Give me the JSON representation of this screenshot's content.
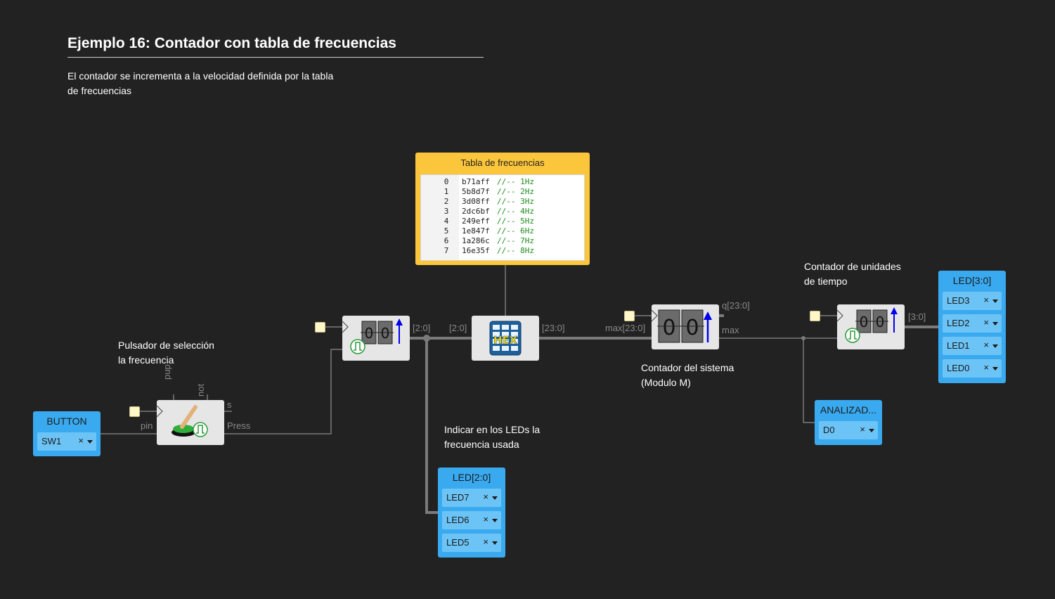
{
  "title": "Ejemplo 16: Contador con tabla de frecuencias",
  "description": [
    "El contador se incrementa a la velocidad definida por la tabla",
    "de frecuencias"
  ],
  "notes": {
    "pulsador": [
      "Pulsador de selección",
      "la frecuencia"
    ],
    "indicar": [
      "Indicar en los LEDs la",
      "frecuencia usada"
    ],
    "contador_sistema": [
      "Contador del sistema",
      "(Modulo M)"
    ],
    "contador_unidades": [
      "Contador de unidades",
      "de tiempo"
    ]
  },
  "memory": {
    "title": "Tabla de frecuencias",
    "rows": [
      {
        "index": "0",
        "value": "b71aff",
        "comment": "//-- 1Hz"
      },
      {
        "index": "1",
        "value": "5b8d7f",
        "comment": "//-- 2Hz"
      },
      {
        "index": "2",
        "value": "3d08ff",
        "comment": "//-- 3Hz"
      },
      {
        "index": "3",
        "value": "2dc6bf",
        "comment": "//-- 4Hz"
      },
      {
        "index": "4",
        "value": "249eff",
        "comment": "//-- 5Hz"
      },
      {
        "index": "5",
        "value": "1e847f",
        "comment": "//-- 6Hz"
      },
      {
        "index": "6",
        "value": "1a286c",
        "comment": "//-- 7Hz"
      },
      {
        "index": "7",
        "value": "16e35f",
        "comment": "//-- 8Hz"
      }
    ]
  },
  "ports": {
    "pup": "pup",
    "not": "not",
    "s": "s",
    "pin": "pin",
    "press": "Press",
    "counter1_out": "[2:0]",
    "rom_in": "[2:0]",
    "rom_out": "[23:0]",
    "max_in": "max[23:0]",
    "q_out": "q[23:0]",
    "max_out": "max",
    "counter3_out": "[3:0]"
  },
  "hex_label": "HEX",
  "io_blocks": {
    "button": {
      "title": "BUTTON",
      "pins": [
        "SW1"
      ]
    },
    "led_2_0": {
      "title": "LED[2:0]",
      "pins": [
        "LED7",
        "LED6",
        "LED5"
      ]
    },
    "analizador": {
      "title": "ANALIZAD...",
      "pins": [
        "D0"
      ]
    },
    "led_3_0": {
      "title": "LED[3:0]",
      "pins": [
        "LED3",
        "LED2",
        "LED1",
        "LED0"
      ]
    }
  },
  "pin_remove_glyph": "×",
  "colors": {
    "canvas": "#222222",
    "io_block": "#3aaaf0",
    "memory_block": "#fcc63c",
    "logic_block": "#e6e6e6",
    "wire": "#7a7a7a"
  }
}
